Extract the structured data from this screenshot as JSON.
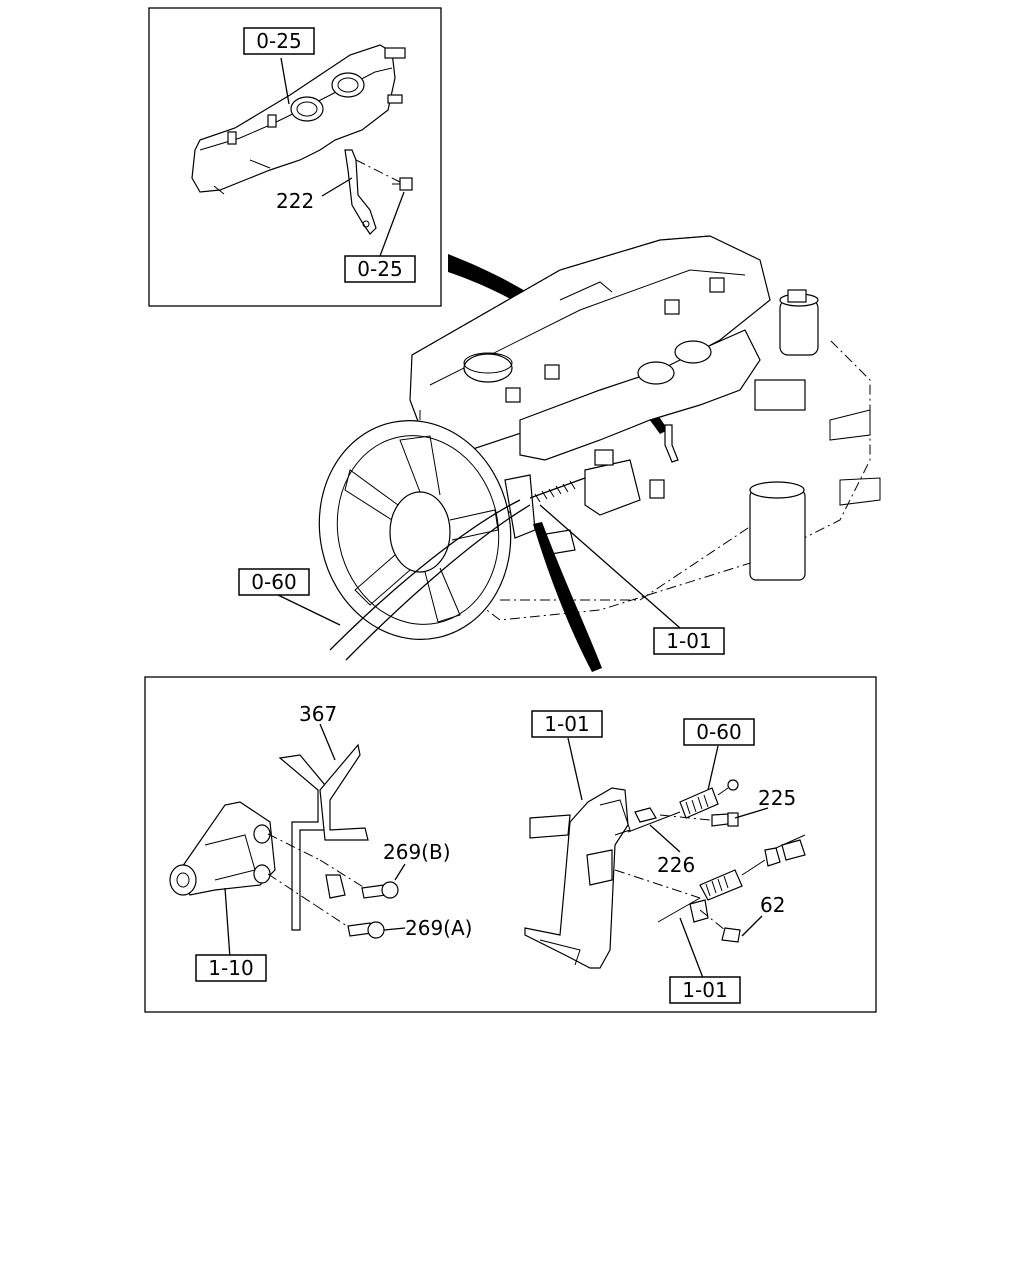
{
  "refs": {
    "inset_top_ref_upper": "0-25",
    "inset_top_ref_lower": "0-25",
    "engine_ref_cable": "0-60",
    "engine_ref_bracket": "1-01",
    "detail_ref_bracket_top": "1-01",
    "detail_ref_cable": "0-60",
    "detail_ref_bracket_bottom": "1-01",
    "detail_ref_mount": "1-10"
  },
  "parts": {
    "p222": "222",
    "p367": "367",
    "p269b": "269(B)",
    "p269a": "269(A)",
    "p225": "225",
    "p226": "226",
    "p62": "62"
  }
}
